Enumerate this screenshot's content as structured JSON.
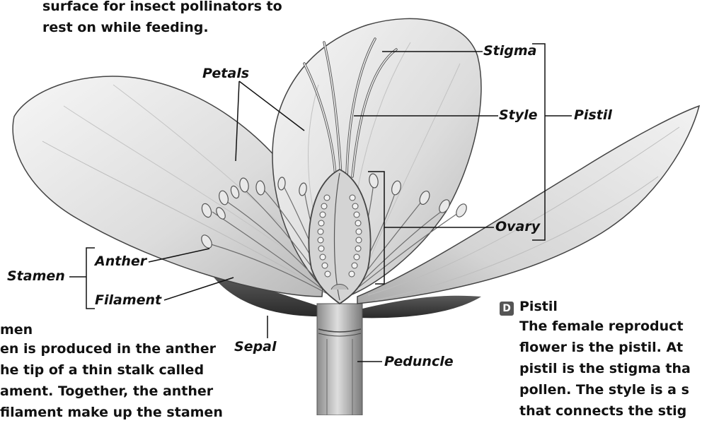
{
  "intro_text": {
    "line1": "surface for insect pollinators to",
    "line2": "rest on while feeding."
  },
  "labels": {
    "petals": "Petals",
    "stigma": "Stigma",
    "style": "Style",
    "pistil": "Pistil",
    "ovary": "Ovary",
    "anther": "Anther",
    "stamen": "Stamen",
    "filament": "Filament",
    "sepal": "Sepal",
    "peduncle": "Peduncle"
  },
  "stamen_section": {
    "heading": "men",
    "lines": [
      "en is produced in the anther",
      "he tip of a thin stalk called",
      "ament. Together, the anther",
      "filament make up the stamen"
    ]
  },
  "pistil_section": {
    "badge": "D",
    "heading": "Pistil",
    "lines": [
      "The female reproduct",
      "flower is the pistil. At",
      "pistil is the stigma tha",
      "pollen. The style is a s",
      "that connects the stig"
    ]
  }
}
